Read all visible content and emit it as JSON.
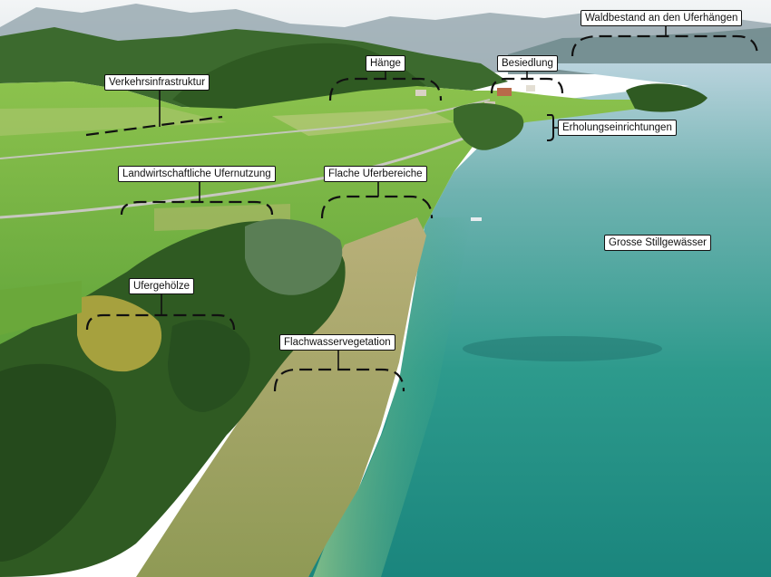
{
  "image": {
    "kind": "annotated aerial photograph of a lake shore"
  },
  "labels": {
    "waldbestand": "Waldbestand an den Uferhängen",
    "haenge": "Hänge",
    "besiedlung": "Besiedlung",
    "verkehr": "Verkehrsinfrastruktur",
    "erholung": "Erholungseinrichtungen",
    "landwirtschaft": "Landwirtschaftliche Ufernutzung",
    "flache_ufer": "Flache Uferbereiche",
    "stillgewaesser": "Grosse Stillgewässer",
    "ufergehoelze": "Ufergehölze",
    "flachwasser": "Flachwasservegetation"
  },
  "colors": {
    "label_fill": "#ffffff",
    "label_border": "#111111",
    "bracket": "#111111",
    "deep_water": "#1f8f88",
    "shallow_water": "#6fb98e",
    "meadow": "#7fbf3f",
    "forest": "#2f5a22",
    "sky": "#e9eef1"
  }
}
